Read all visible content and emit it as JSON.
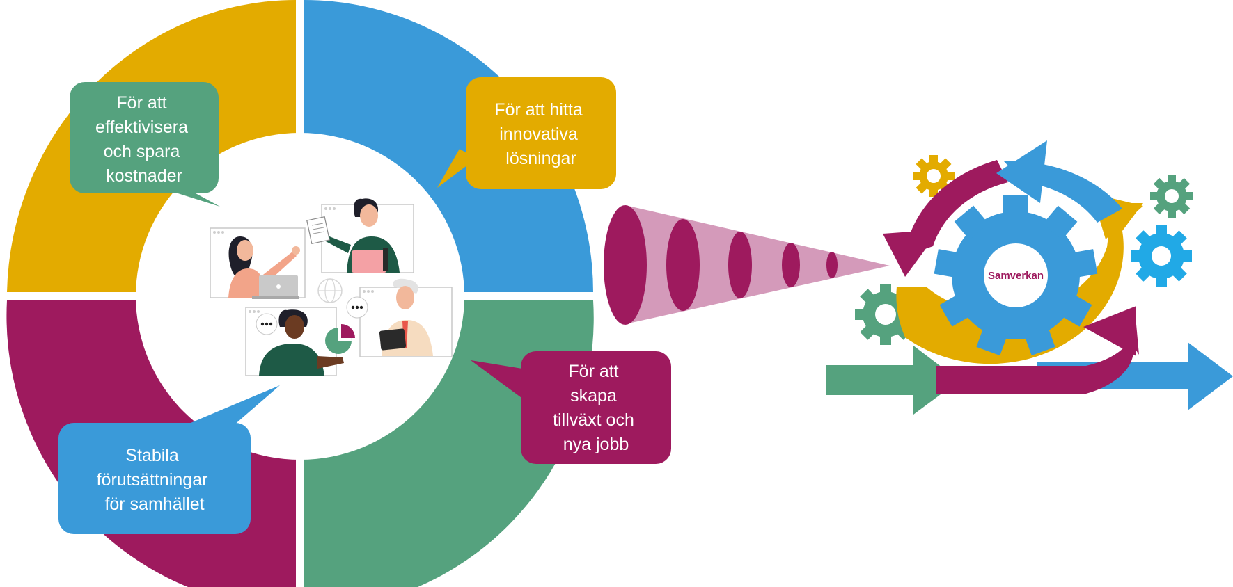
{
  "colors": {
    "yellow": "#e3ab00",
    "blue": "#3a9ad9",
    "green": "#55a27e",
    "magenta": "#9e1a5e",
    "light_magenta": "#d49aba",
    "bright_blue": "#21a9e6"
  },
  "bubbles": {
    "top_left": [
      "För att",
      "effektivisera",
      "och spara",
      "kostnader"
    ],
    "top_right": [
      "För att hitta",
      "innovativa",
      "lösningar"
    ],
    "bottom_right": [
      "För att",
      "skapa",
      "tillväxt och",
      "nya jobb"
    ],
    "bottom_left": [
      "Stabila",
      "förutsättningar",
      "för samhället"
    ]
  },
  "cycle": {
    "center_label": "Samverkan"
  },
  "illustration": {
    "subject": "people-in-video-meeting-illustration"
  }
}
